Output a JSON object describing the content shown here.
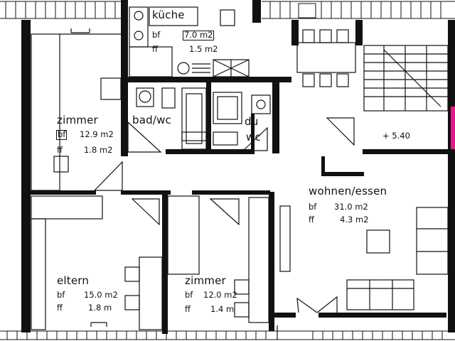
{
  "rooms": {
    "kueche": {
      "name": "küche",
      "bf_label": "bf",
      "bf_value": "7.0 m2",
      "ff_label": "ff",
      "ff_value": "1.5 m2"
    },
    "zimmer1": {
      "name": "zimmer",
      "bf_label": "bf",
      "bf_value": "12.9 m2",
      "ff_label": "ff",
      "ff_value": "1.8 m2"
    },
    "badwc": {
      "name": "bad/wc"
    },
    "du": {
      "name": "du",
      "sub": "wc"
    },
    "wohnen": {
      "name": "wohnen/essen",
      "bf_label": "bf",
      "bf_value": "31.0 m2",
      "ff_label": "ff",
      "ff_value": "4.3 m2"
    },
    "eltern": {
      "name": "eltern",
      "bf_label": "bf",
      "bf_value": "15.0 m2",
      "ff_label": "ff",
      "ff_value": "1.8 m"
    },
    "zimmer2": {
      "name": "zimmer",
      "bf_label": "bf",
      "bf_value": "12.0 m2",
      "ff_label": "ff",
      "ff_value": "1.4 m"
    }
  },
  "level": "+ 5.40",
  "colors": {
    "ink": "#111111",
    "paper": "#ffffff",
    "edge_accent": "#e01b8c"
  }
}
